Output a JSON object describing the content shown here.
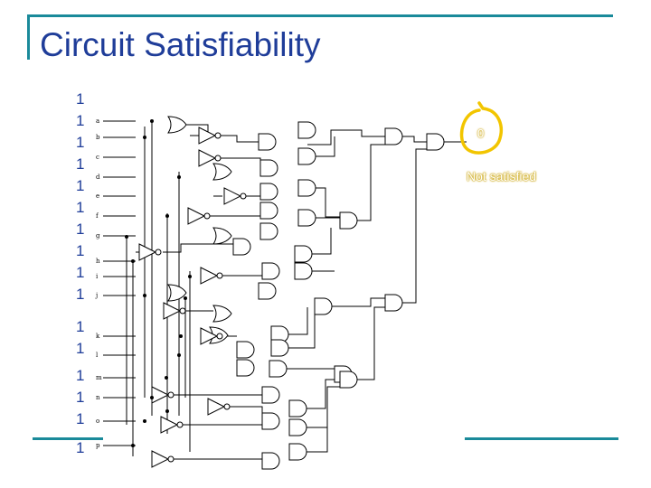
{
  "title": "Circuit Satisfiability",
  "input_values": [
    "1",
    "1",
    "1",
    "1",
    "1",
    "1",
    "1",
    "1",
    "1",
    "1",
    "1",
    "1",
    "1",
    "1",
    "1",
    "1"
  ],
  "wire_labels": [
    "a",
    "b",
    "c",
    "d",
    "e",
    "f",
    "g",
    "h",
    "i",
    "j",
    "k",
    "l",
    "m",
    "n",
    "o",
    "p"
  ],
  "output_value": "0",
  "status_text": "Not satisfied",
  "colors": {
    "title": "#1f3d99",
    "frame": "#1a8a9a",
    "highlight": "#f2c500"
  }
}
